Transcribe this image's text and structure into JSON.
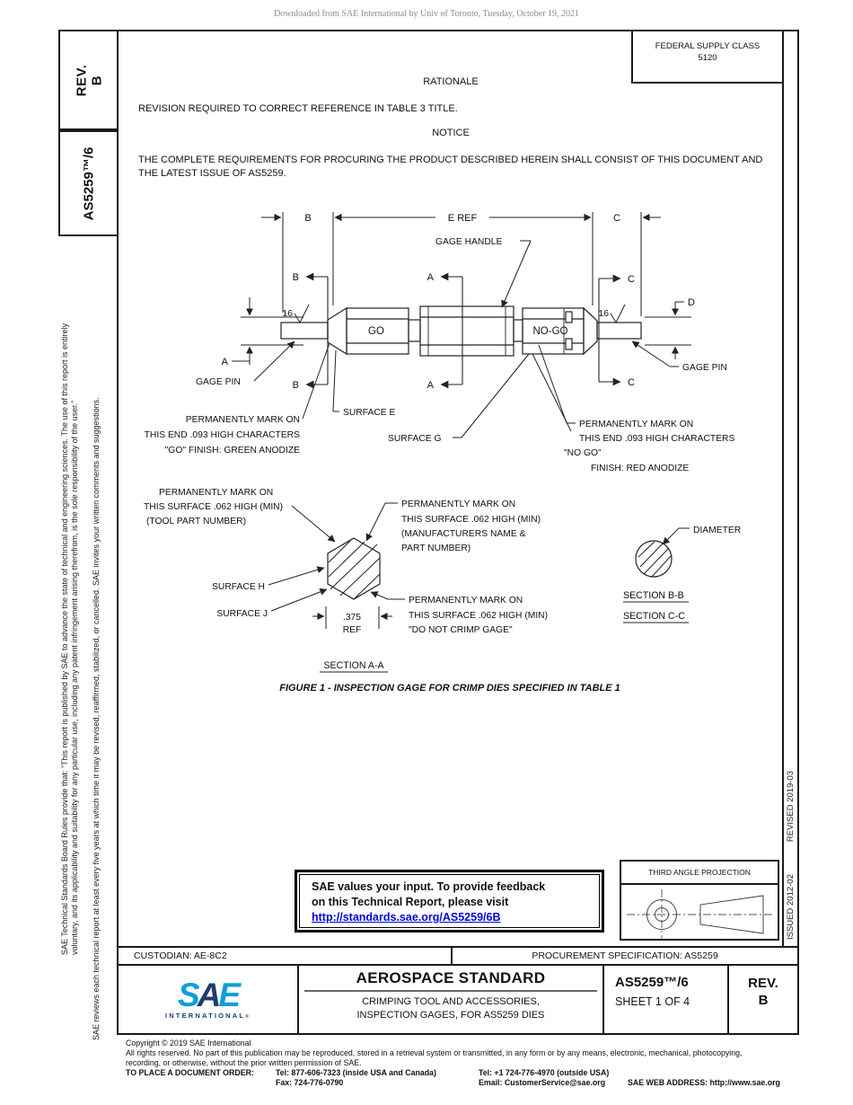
{
  "page": {
    "watermark": "Downloaded from SAE International by Univ of Toronto, Tuesday, October 19, 2021"
  },
  "sidebar": {
    "rev_label": "REV.",
    "rev_value": "B",
    "doc_number": "AS5259™/6",
    "disclaimer_line1": "SAE Technical Standards Board Rules provide that: “This report is published by SAE to advance the state of technical and engineering sciences. The use of this report is entirely",
    "disclaimer_line2": "voluntary, and its applicability and suitability for any particular use, including any patent infringement arising therefrom, is the sole responsibility of the user.”",
    "disclaimer_2": "SAE reviews each technical report at least every five years at which time it may be revised, reaffirmed, stabilized, or cancelled. SAE invites your written comments and suggestions."
  },
  "header": {
    "federal_supply_class_label": "FEDERAL SUPPLY CLASS",
    "federal_supply_class_value": "5120",
    "rationale_heading": "RATIONALE",
    "rationale_text": "REVISION REQUIRED TO CORRECT REFERENCE IN TABLE 3 TITLE.",
    "notice_heading": "NOTICE",
    "notice_text": "THE COMPLETE REQUIREMENTS FOR PROCURING THE PRODUCT DESCRIBED HEREIN SHALL CONSIST OF THIS DOCUMENT AND THE LATEST ISSUE OF AS5259."
  },
  "figure": {
    "caption": "FIGURE 1 - INSPECTION GAGE FOR CRIMP DIES SPECIFIED IN TABLE 1",
    "labels": {
      "dim_b": "B",
      "dim_e": "E REF",
      "dim_c": "C",
      "dim_a": "A",
      "dim_d": "D",
      "gage_handle": "GAGE HANDLE",
      "gage_pin_left": "GAGE PIN",
      "gage_pin_right": "GAGE PIN",
      "go": "GO",
      "no_go": "NO-GO",
      "finish_16": "16",
      "surface_e": "SURFACE E",
      "surface_g": "SURFACE G",
      "surface_h": "SURFACE H",
      "surface_j": "SURFACE J",
      "mark_go_1": "PERMANENTLY MARK ON",
      "mark_go_2": "THIS END .093 HIGH CHARACTERS",
      "mark_go_3": "\"GO\"  FINISH: GREEN ANODIZE",
      "mark_nogo_1": "PERMANENTLY MARK ON",
      "mark_nogo_2": "THIS END .093 HIGH CHARACTERS",
      "mark_nogo_3": "\"NO GO\"",
      "mark_nogo_4": "FINISH: RED ANODIZE",
      "mark_tool_1": "PERMANENTLY MARK ON",
      "mark_tool_2": "THIS SURFACE .062 HIGH (MIN)",
      "mark_tool_3": "(TOOL PART NUMBER)",
      "mark_mfr_1": "PERMANENTLY MARK ON",
      "mark_mfr_2": "THIS SURFACE .062 HIGH (MIN)",
      "mark_mfr_3": "(MANUFACTURERS NAME &",
      "mark_mfr_4": "PART NUMBER)",
      "mark_crimp_1": "PERMANENTLY MARK ON",
      "mark_crimp_2": "THIS SURFACE .062 HIGH (MIN)",
      "mark_crimp_3": "\"DO NOT CRIMP GAGE\"",
      "dim_375": ".375",
      "dim_ref": "REF",
      "section_aa": "SECTION A-A",
      "section_bb": "SECTION B-B",
      "section_cc": "SECTION C-C",
      "diameter": "DIAMETER"
    }
  },
  "feedback_box": {
    "line1": "SAE values your input. To provide feedback",
    "line2": "on this Technical Report, please visit",
    "link": "http://standards.sae.org/AS5259/6B"
  },
  "projection_box": {
    "title": "THIRD ANGLE PROJECTION"
  },
  "issued_revised": {
    "issued": "ISSUED 2012-02",
    "revised": "REVISED 2019-03"
  },
  "info_row": {
    "custodian": "CUSTODIAN: AE-8C2",
    "procurement": "PROCUREMENT SPECIFICATION: AS5259"
  },
  "title_block": {
    "logo_s": "S",
    "logo_a": "A",
    "logo_e": "E",
    "logo_sub": "INTERNATIONAL",
    "logo_reg": "®",
    "standard_type": "AEROSPACE STANDARD",
    "title_line1": "CRIMPING TOOL AND ACCESSORIES,",
    "title_line2": "INSPECTION GAGES, FOR AS5259 DIES",
    "doc_number": "AS5259™/6",
    "sheet": "SHEET 1 OF 4",
    "rev_label": "REV.",
    "rev_value": "B"
  },
  "footer": {
    "copyright": "Copyright © 2019 SAE International",
    "rights_1": "All rights reserved. No part of this publication may be reproduced, stored in a retrieval system or transmitted, in any form or by any means, electronic, mechanical, photocopying,",
    "rights_2": "recording, or otherwise, without the prior written permission of SAE.",
    "order_label": "TO PLACE A DOCUMENT ORDER:",
    "tel_inside": "Tel: 877-606-7323 (inside USA and Canada)",
    "fax": "Fax: 724-776-0790",
    "tel_outside": "Tel: +1 724-776-4970 (outside USA)",
    "email": "Email: CustomerService@sae.org",
    "web": "SAE WEB ADDRESS: http://www.sae.org"
  },
  "colors": {
    "sae_light_blue": "#0c9ed9",
    "sae_dark_blue": "#1d3d6d",
    "link_blue": "#0000dd"
  }
}
